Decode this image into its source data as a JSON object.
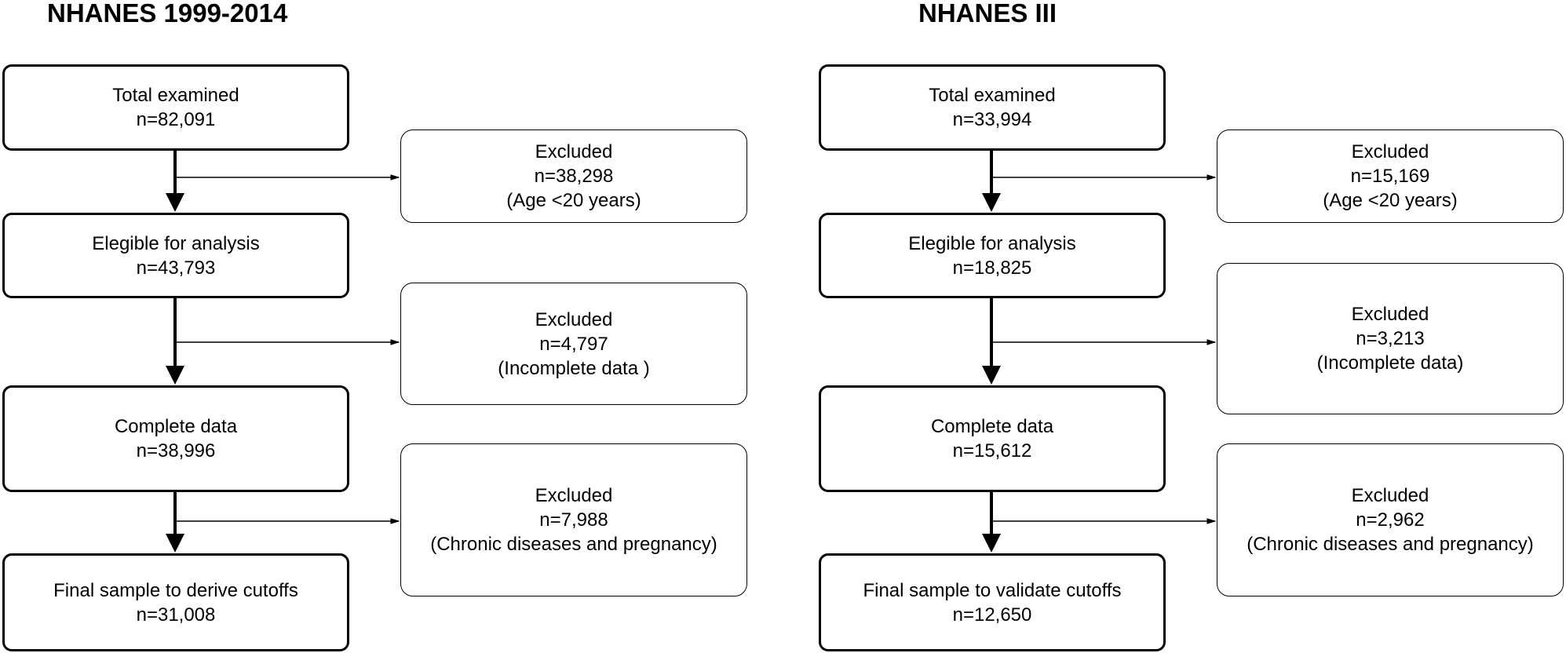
{
  "panels": [
    {
      "title": "NHANES 1999-2014",
      "steps": [
        {
          "label": "Total examined",
          "n": "n=82,091"
        },
        {
          "label": "Elegible for analysis",
          "n": "n=43,793"
        },
        {
          "label": "Complete data",
          "n": "n=38,996"
        },
        {
          "label": "Final sample to derive cutoffs",
          "n": "n=31,008"
        }
      ],
      "exclusions": [
        {
          "label": "Excluded",
          "n": "n=38,298",
          "reason": "(Age <20 years)"
        },
        {
          "label": "Excluded",
          "n": "n=4,797",
          "reason": "(Incomplete data )"
        },
        {
          "label": "Excluded",
          "n": "n=7,988",
          "reason": "(Chronic diseases and pregnancy)"
        }
      ]
    },
    {
      "title": "NHANES III",
      "steps": [
        {
          "label": "Total examined",
          "n": "n=33,994"
        },
        {
          "label": "Elegible for analysis",
          "n": "n=18,825"
        },
        {
          "label": "Complete data",
          "n": "n=15,612"
        },
        {
          "label": "Final sample to validate cutoffs",
          "n": "n=12,650"
        }
      ],
      "exclusions": [
        {
          "label": "Excluded",
          "n": "n=15,169",
          "reason": "(Age <20 years)"
        },
        {
          "label": "Excluded",
          "n": "n=3,213",
          "reason": "(Incomplete data)"
        },
        {
          "label": "Excluded",
          "n": "n=2,962",
          "reason": "(Chronic diseases and pregnancy)"
        }
      ]
    }
  ]
}
